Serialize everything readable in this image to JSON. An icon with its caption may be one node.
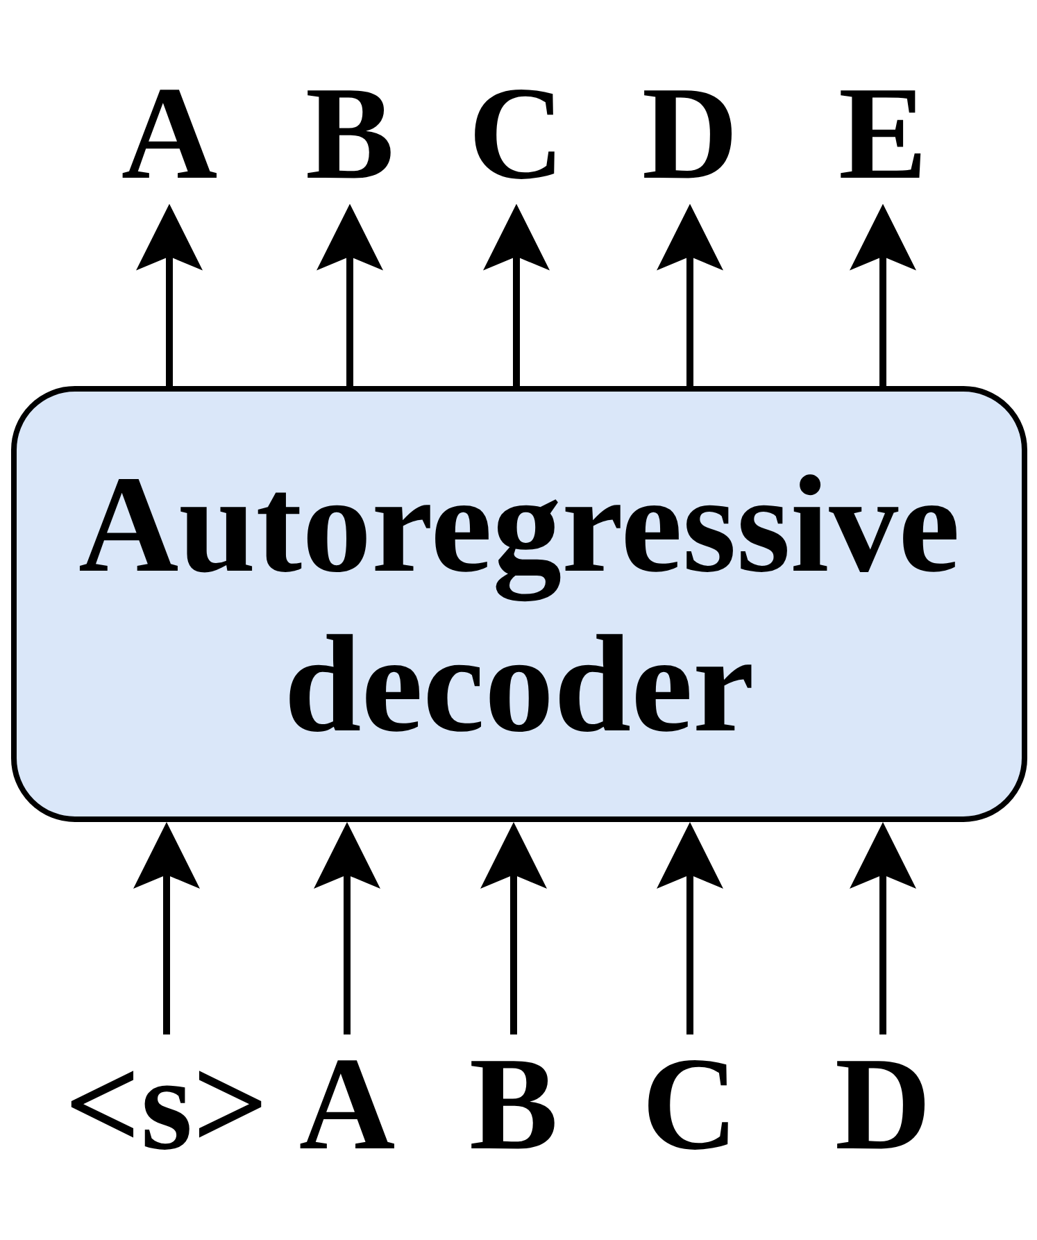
{
  "diagram": {
    "nodes": [
      {
        "text": [
          "A"
        ]
      },
      {
        "text": [
          "B"
        ]
      },
      {
        "text": [
          "C"
        ]
      },
      {
        "text": [
          "D"
        ]
      },
      {
        "text": [
          "E"
        ]
      },
      {
        "text": [
          "Autoregressive decoder"
        ]
      },
      {
        "text": [
          "<s>"
        ]
      },
      {
        "text": [
          "A"
        ]
      },
      {
        "text": [
          "B"
        ]
      },
      {
        "text": [
          "C"
        ]
      },
      {
        "text": [
          "D"
        ]
      }
    ],
    "edges": [
      {
        "from": 6,
        "to": 5,
        "arrow": "to"
      },
      {
        "from": 7,
        "to": 5,
        "arrow": "to"
      },
      {
        "from": 8,
        "to": 5,
        "arrow": "to"
      },
      {
        "from": 9,
        "to": 5,
        "arrow": "to"
      },
      {
        "from": 10,
        "to": 5,
        "arrow": "to"
      },
      {
        "from": 5,
        "to": 0,
        "arrow": "to"
      },
      {
        "from": 5,
        "to": 1,
        "arrow": "to"
      },
      {
        "from": 5,
        "to": 2,
        "arrow": "to"
      },
      {
        "from": 5,
        "to": 3,
        "arrow": "to"
      },
      {
        "from": 5,
        "to": 4,
        "arrow": "to"
      }
    ]
  }
}
